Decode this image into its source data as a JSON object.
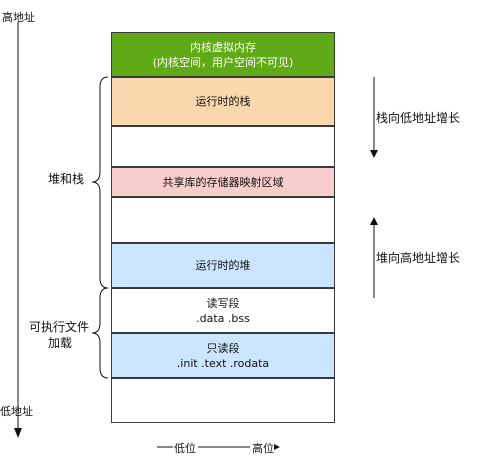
{
  "address_labels": {
    "high": "高地址",
    "low": "低地址"
  },
  "segments": [
    {
      "lines": [
        "内核虚拟内存",
        "(内核空间，用户空间不可见)"
      ],
      "fill": "#60a917",
      "text_color": "#ffffff"
    },
    {
      "lines": [
        "运行时的栈"
      ],
      "fill": "#fad7ac",
      "text_color": "#111111"
    },
    {
      "lines": [
        ""
      ],
      "fill": "#ffffff",
      "text_color": "#111111"
    },
    {
      "lines": [
        "共享库的存储器映射区域"
      ],
      "fill": "#f8cecc",
      "text_color": "#111111"
    },
    {
      "lines": [
        ""
      ],
      "fill": "#ffffff",
      "text_color": "#111111"
    },
    {
      "lines": [
        "运行时的堆"
      ],
      "fill": "#cce5ff",
      "text_color": "#111111"
    },
    {
      "lines": [
        "读写段",
        ".data .bss"
      ],
      "fill": "#ffffff",
      "text_color": "#111111"
    },
    {
      "lines": [
        "只读段",
        ".init .text .rodata"
      ],
      "fill": "#cce5ff",
      "text_color": "#111111"
    },
    {
      "lines": [
        ""
      ],
      "fill": "#ffffff",
      "text_color": "#111111"
    }
  ],
  "groups": {
    "heap_and_stack": "堆和栈",
    "executable_line1": "可执行文件",
    "executable_line2": "加载"
  },
  "growth": {
    "stack": "栈向低地址增长",
    "heap": "堆向高地址增长"
  },
  "legend": {
    "low": "低位",
    "high": "高位"
  }
}
